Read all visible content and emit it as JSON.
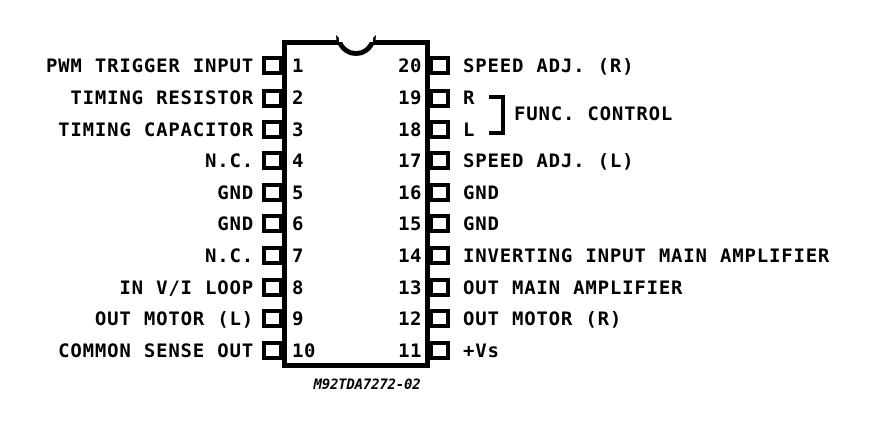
{
  "diagram": {
    "title": "DIP-20 integrated circuit pinout diagram",
    "package": "DIP-20",
    "caption": "M92TDA7272-02",
    "colors": {
      "background": "#ffffff",
      "ink": "#000000"
    },
    "group_annotations": [
      {
        "label": "FUNC. CONTROL",
        "pins": [
          19,
          18
        ]
      }
    ],
    "pins_left": [
      {
        "number": "1",
        "label": "PWM TRIGGER INPUT"
      },
      {
        "number": "2",
        "label": "TIMING RESISTOR"
      },
      {
        "number": "3",
        "label": "TIMING CAPACITOR"
      },
      {
        "number": "4",
        "label": "N.C."
      },
      {
        "number": "5",
        "label": "GND"
      },
      {
        "number": "6",
        "label": "GND"
      },
      {
        "number": "7",
        "label": "N.C."
      },
      {
        "number": "8",
        "label": "IN V/I LOOP"
      },
      {
        "number": "9",
        "label": "OUT MOTOR (L)"
      },
      {
        "number": "10",
        "label": "COMMON SENSE OUT"
      }
    ],
    "pins_right": [
      {
        "number": "20",
        "label": "SPEED ADJ. (R)"
      },
      {
        "number": "19",
        "label": "R"
      },
      {
        "number": "18",
        "label": "L"
      },
      {
        "number": "17",
        "label": "SPEED ADJ. (L)"
      },
      {
        "number": "16",
        "label": "GND"
      },
      {
        "number": "15",
        "label": "GND"
      },
      {
        "number": "14",
        "label": "INVERTING INPUT MAIN AMPLIFIER"
      },
      {
        "number": "13",
        "label": "OUT MAIN AMPLIFIER"
      },
      {
        "number": "12",
        "label": "OUT MOTOR (R)"
      },
      {
        "number": "11",
        "label": "+Vs"
      }
    ]
  }
}
